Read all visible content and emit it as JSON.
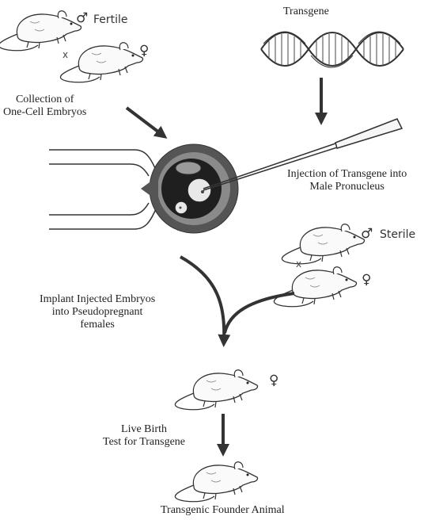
{
  "labels": {
    "fertile": "Fertile",
    "transgene": "Transgene",
    "collection": "Collection of\nOne-Cell Embryos",
    "injection": "Injection of Transgene into\nMale Pronucleus",
    "sterile": "Sterile",
    "implant": "Implant Injected Embryos\ninto Pseudopregnant\nfemales",
    "birth": "Live Birth\nTest for Transgene",
    "founder": "Transgenic Founder Animal"
  },
  "symbols": {
    "male": "♂",
    "female": "♀",
    "cross": "x"
  },
  "icons": {
    "mouse": "mouse-icon",
    "dna": "dna-helix-icon",
    "embryo": "embryo-icon",
    "pipette": "micropipette-icon",
    "holding_pipette": "holding-pipette-icon"
  }
}
